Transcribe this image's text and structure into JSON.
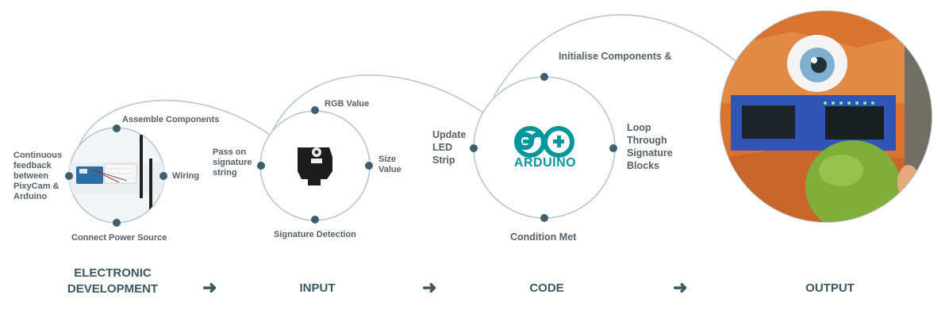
{
  "stages": [
    {
      "title": "ELECTRONIC\nDEVELOPMENT"
    },
    {
      "title": "INPUT"
    },
    {
      "title": "CODE"
    },
    {
      "title": "OUTPUT"
    }
  ],
  "arrow_glyph": "➜",
  "electronic": {
    "assemble": "Assemble Components",
    "wiring": "Wiring",
    "power": "Connect Power Source",
    "feedback": "Continuous\nfeedback\nbetween\nPixyCam &\nArduino"
  },
  "input": {
    "rgb": "RGB Value",
    "size": "Size\nValue",
    "detection": "Signature Detection",
    "pass": "Pass on\nsignature\nstring"
  },
  "code": {
    "init": "Initialise Components &",
    "loop": "Loop\nThrough\nSignature\nBlocks",
    "condition": "Condition Met",
    "update": "Update\nLED\nStrip",
    "logo_text": "ARDUINO"
  },
  "colors": {
    "line": "#b7c7cf",
    "dot": "#3f5f6d",
    "label": "#55606a",
    "title": "#3d5663",
    "arduino": "#00979c",
    "output_bg": "#d9732f"
  }
}
